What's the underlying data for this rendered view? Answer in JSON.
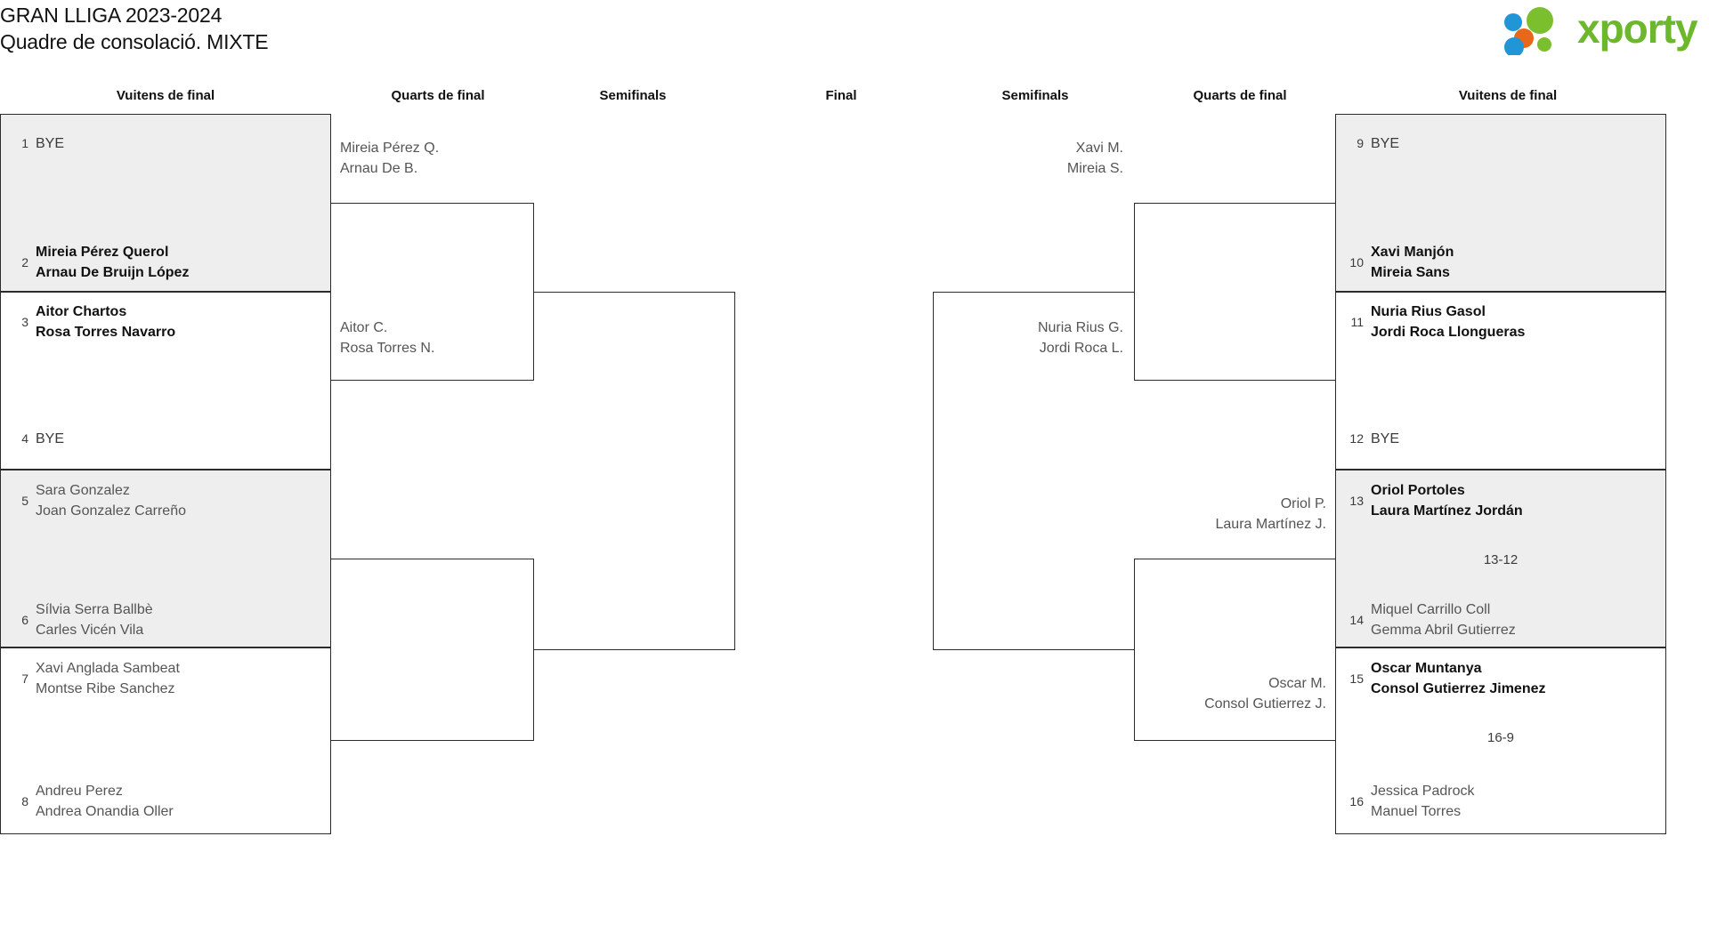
{
  "header": {
    "title_line1": "GRAN LLIGA 2023-2024",
    "title_line2": "Quadre de consolació. MIXTE",
    "brand": "xporty",
    "brand_color": "#6cb72b",
    "logo_dot_colors": [
      "#2196d6",
      "#e8681b",
      "#7cbf2e",
      "#2196d6",
      "#7cbf2e"
    ]
  },
  "round_labels": {
    "left_r16": "Vuitens de final",
    "left_qf": "Quarts de final",
    "left_sf": "Semifinals",
    "final": "Final",
    "right_sf": "Semifinals",
    "right_qf": "Quarts de final",
    "right_r16": "Vuitens de final"
  },
  "left": {
    "r16": [
      {
        "seed": "1",
        "line1": "BYE",
        "line2": "",
        "winner": false,
        "bye": true,
        "shaded": true
      },
      {
        "seed": "2",
        "line1": "Mireia Pérez Querol",
        "line2": "Arnau De Bruijn López",
        "winner": true,
        "bye": false,
        "shaded": true
      },
      {
        "seed": "3",
        "line1": "Aitor Chartos",
        "line2": "Rosa Torres Navarro",
        "winner": true,
        "bye": false,
        "shaded": false
      },
      {
        "seed": "4",
        "line1": "BYE",
        "line2": "",
        "winner": false,
        "bye": true,
        "shaded": false
      },
      {
        "seed": "5",
        "line1": "Sara Gonzalez",
        "line2": "Joan Gonzalez Carreño",
        "winner": false,
        "bye": false,
        "shaded": true
      },
      {
        "seed": "6",
        "line1": "Sílvia Serra Ballbè",
        "line2": "Carles Vicén Vila",
        "winner": false,
        "bye": false,
        "shaded": true
      },
      {
        "seed": "7",
        "line1": "Xavi Anglada Sambeat",
        "line2": "Montse Ribe Sanchez",
        "winner": false,
        "bye": false,
        "shaded": false
      },
      {
        "seed": "8",
        "line1": "Andreu Perez",
        "line2": "Andrea Onandia Oller",
        "winner": false,
        "bye": false,
        "shaded": false
      }
    ],
    "qf": [
      {
        "line1": "Mireia Pérez Q.",
        "line2": "Arnau De B."
      },
      {
        "line1": "Aitor C.",
        "line2": "Rosa Torres N."
      }
    ]
  },
  "right": {
    "r16": [
      {
        "seed": "9",
        "line1": "BYE",
        "line2": "",
        "winner": false,
        "bye": true,
        "shaded": true
      },
      {
        "seed": "10",
        "line1": "Xavi Manjón",
        "line2": "Mireia Sans",
        "winner": true,
        "bye": false,
        "shaded": true
      },
      {
        "seed": "11",
        "line1": "Nuria Rius Gasol",
        "line2": "Jordi Roca Llongueras",
        "winner": true,
        "bye": false,
        "shaded": false
      },
      {
        "seed": "12",
        "line1": "BYE",
        "line2": "",
        "winner": false,
        "bye": true,
        "shaded": false
      },
      {
        "seed": "13",
        "line1": "Oriol Portoles",
        "line2": "Laura Martínez Jordán",
        "winner": true,
        "bye": false,
        "shaded": true
      },
      {
        "seed": "14",
        "line1": "Miquel Carrillo Coll",
        "line2": "Gemma Abril Gutierrez",
        "winner": false,
        "bye": false,
        "shaded": true
      },
      {
        "seed": "15",
        "line1": "Oscar Muntanya",
        "line2": "Consol Gutierrez Jimenez",
        "winner": true,
        "bye": false,
        "shaded": false
      },
      {
        "seed": "16",
        "line1": "Jessica Padrock",
        "line2": "Manuel Torres",
        "winner": false,
        "bye": false,
        "shaded": false
      }
    ],
    "qf": [
      {
        "line1": "Xavi M.",
        "line2": "Mireia S."
      },
      {
        "line1": "Nuria Rius G.",
        "line2": "Jordi Roca L."
      },
      {
        "line1": "Oriol P.",
        "line2": "Laura Martínez J."
      },
      {
        "line1": "Oscar M.",
        "line2": "Consol Gutierrez J."
      }
    ],
    "scores": [
      {
        "value": "13-12"
      },
      {
        "value": "16-9"
      }
    ]
  }
}
